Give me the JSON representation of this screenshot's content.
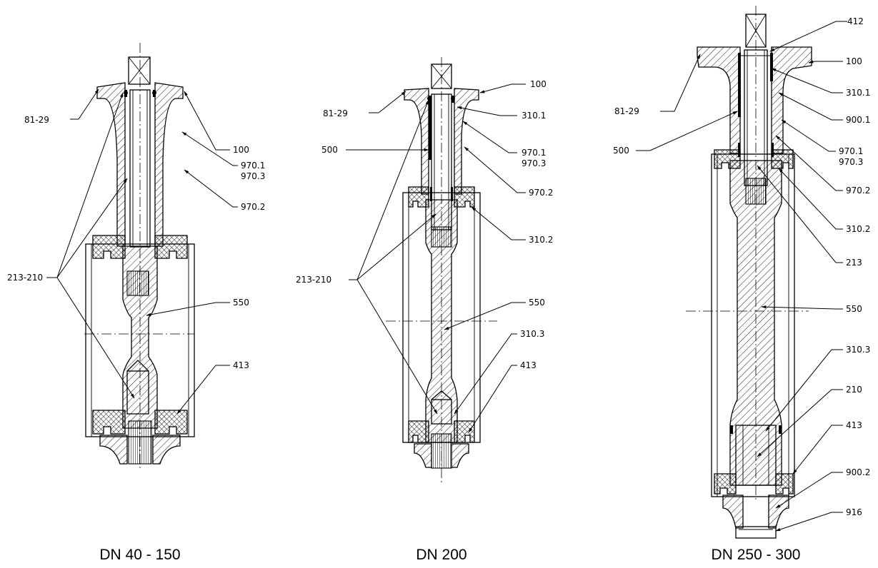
{
  "drawings": [
    {
      "caption": "DN 40 - 150",
      "labels": {
        "l81_29": "81-29",
        "l100": "100",
        "l970_1": "970.1",
        "l970_3": "970.3",
        "l970_2": "970.2",
        "l213_210": "213-210",
        "l550": "550",
        "l413": "413"
      }
    },
    {
      "caption": "DN 200",
      "labels": {
        "l81_29": "81-29",
        "l100": "100",
        "l310_1": "310.1",
        "l500": "500",
        "l970_1": "970.1",
        "l970_3": "970.3",
        "l970_2": "970.2",
        "l310_2": "310.2",
        "l213_210": "213-210",
        "l550": "550",
        "l310_3": "310.3",
        "l413": "413"
      }
    },
    {
      "caption": "DN 250 - 300",
      "labels": {
        "l412": "412",
        "l100": "100",
        "l81_29": "81-29",
        "l310_1": "310.1",
        "l900_1": "900.1",
        "l500": "500",
        "l970_1": "970.1",
        "l970_3": "970.3",
        "l970_2": "970.2",
        "l310_2": "310.2",
        "l213": "213",
        "l550": "550",
        "l310_3": "310.3",
        "l210": "210",
        "l413": "413",
        "l900_2": "900.2",
        "l916": "916"
      }
    }
  ]
}
